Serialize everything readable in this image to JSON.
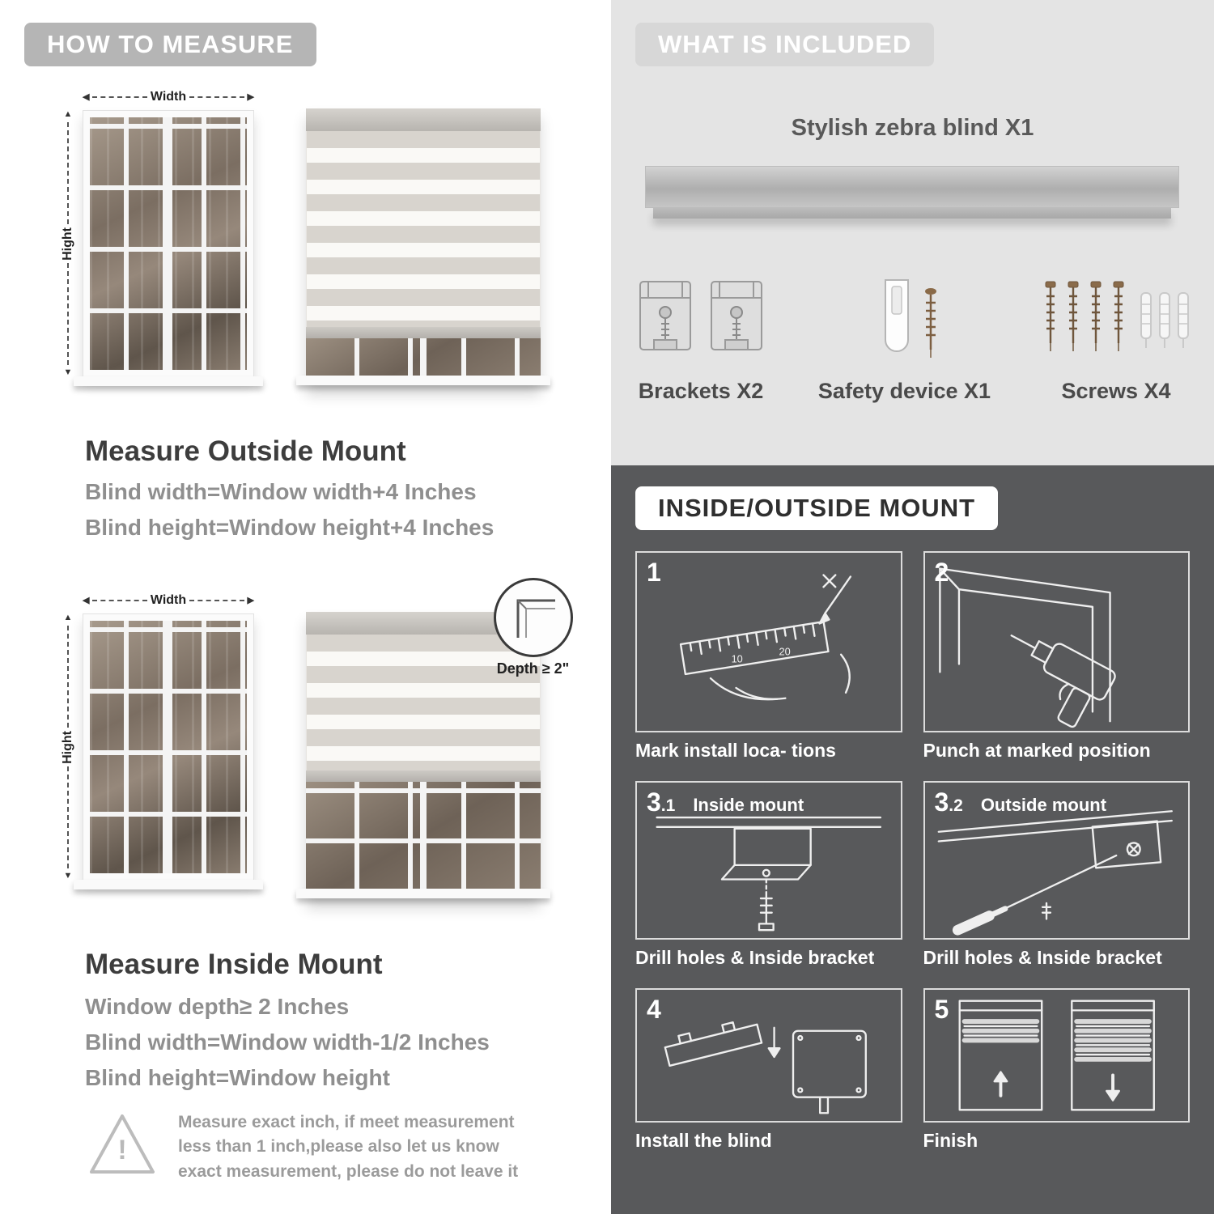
{
  "colors": {
    "left_pill": "#b5b5b5",
    "included_bg": "#e4e4e4",
    "mount_bg": "#58595b",
    "gray_text": "#8f8f8f"
  },
  "left": {
    "header": "HOW TO MEASURE",
    "outside": {
      "width_label": "Width",
      "height_label": "Hight",
      "title": "Measure Outside Mount",
      "line1": "Blind width=Window width+4 Inches",
      "line2": "Blind height=Window height+4 Inches"
    },
    "inside": {
      "width_label": "Width",
      "height_label": "Hight",
      "depth_label": "Depth ≥ 2\"",
      "title": "Measure Inside Mount",
      "line1": "Window depth≥ 2 Inches",
      "line2": "Blind width=Window width-1/2 Inches",
      "line3": "Blind height=Window height"
    },
    "warning": {
      "mark": "!",
      "text": "Measure exact inch, if meet measurement less than 1 inch,please also let us know exact measurement, please do not leave it"
    }
  },
  "included": {
    "header": "WHAT IS INCLUDED",
    "blind_label": "Stylish zebra blind X1",
    "items": [
      {
        "label": "Brackets X2"
      },
      {
        "label": "Safety device X1"
      },
      {
        "label": "Screws X4"
      }
    ]
  },
  "mount": {
    "header": "INSIDE/OUTSIDE MOUNT",
    "ruler_marks": [
      "10",
      "20"
    ],
    "steps": [
      {
        "num": "1",
        "sub": "",
        "tag": "",
        "caption": "Mark install loca- tions"
      },
      {
        "num": "2",
        "sub": "",
        "tag": "",
        "caption": "Punch at  marked position"
      },
      {
        "num": "3",
        "sub": ".1",
        "tag": "Inside mount",
        "caption": "Drill holes &  Inside bracket"
      },
      {
        "num": "3",
        "sub": ".2",
        "tag": "Outside mount",
        "caption": "Drill holes &  Inside bracket"
      },
      {
        "num": "4",
        "sub": "",
        "tag": "",
        "caption": "Install the blind"
      },
      {
        "num": "5",
        "sub": "",
        "tag": "",
        "caption": "Finish"
      }
    ]
  }
}
